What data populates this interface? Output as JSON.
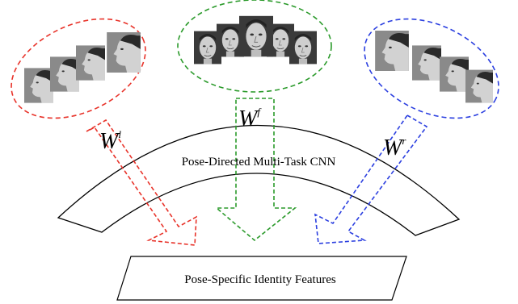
{
  "colors": {
    "left": "#e8332a",
    "frontal": "#2a9a2a",
    "right": "#2b3fe0",
    "stroke": "#000000",
    "background": "#ffffff"
  },
  "weights": {
    "left": {
      "symbol": "W",
      "superscript": "l"
    },
    "frontal": {
      "symbol": "W",
      "superscript": "f"
    },
    "right": {
      "symbol": "W",
      "superscript": "r"
    }
  },
  "cnn_label": "Pose-Directed Multi-Task CNN",
  "features_label": "Pose-Specific Identity Features",
  "face_groups": {
    "left": "left-profile-faces",
    "frontal": "frontal-faces",
    "right": "right-profile-faces"
  }
}
